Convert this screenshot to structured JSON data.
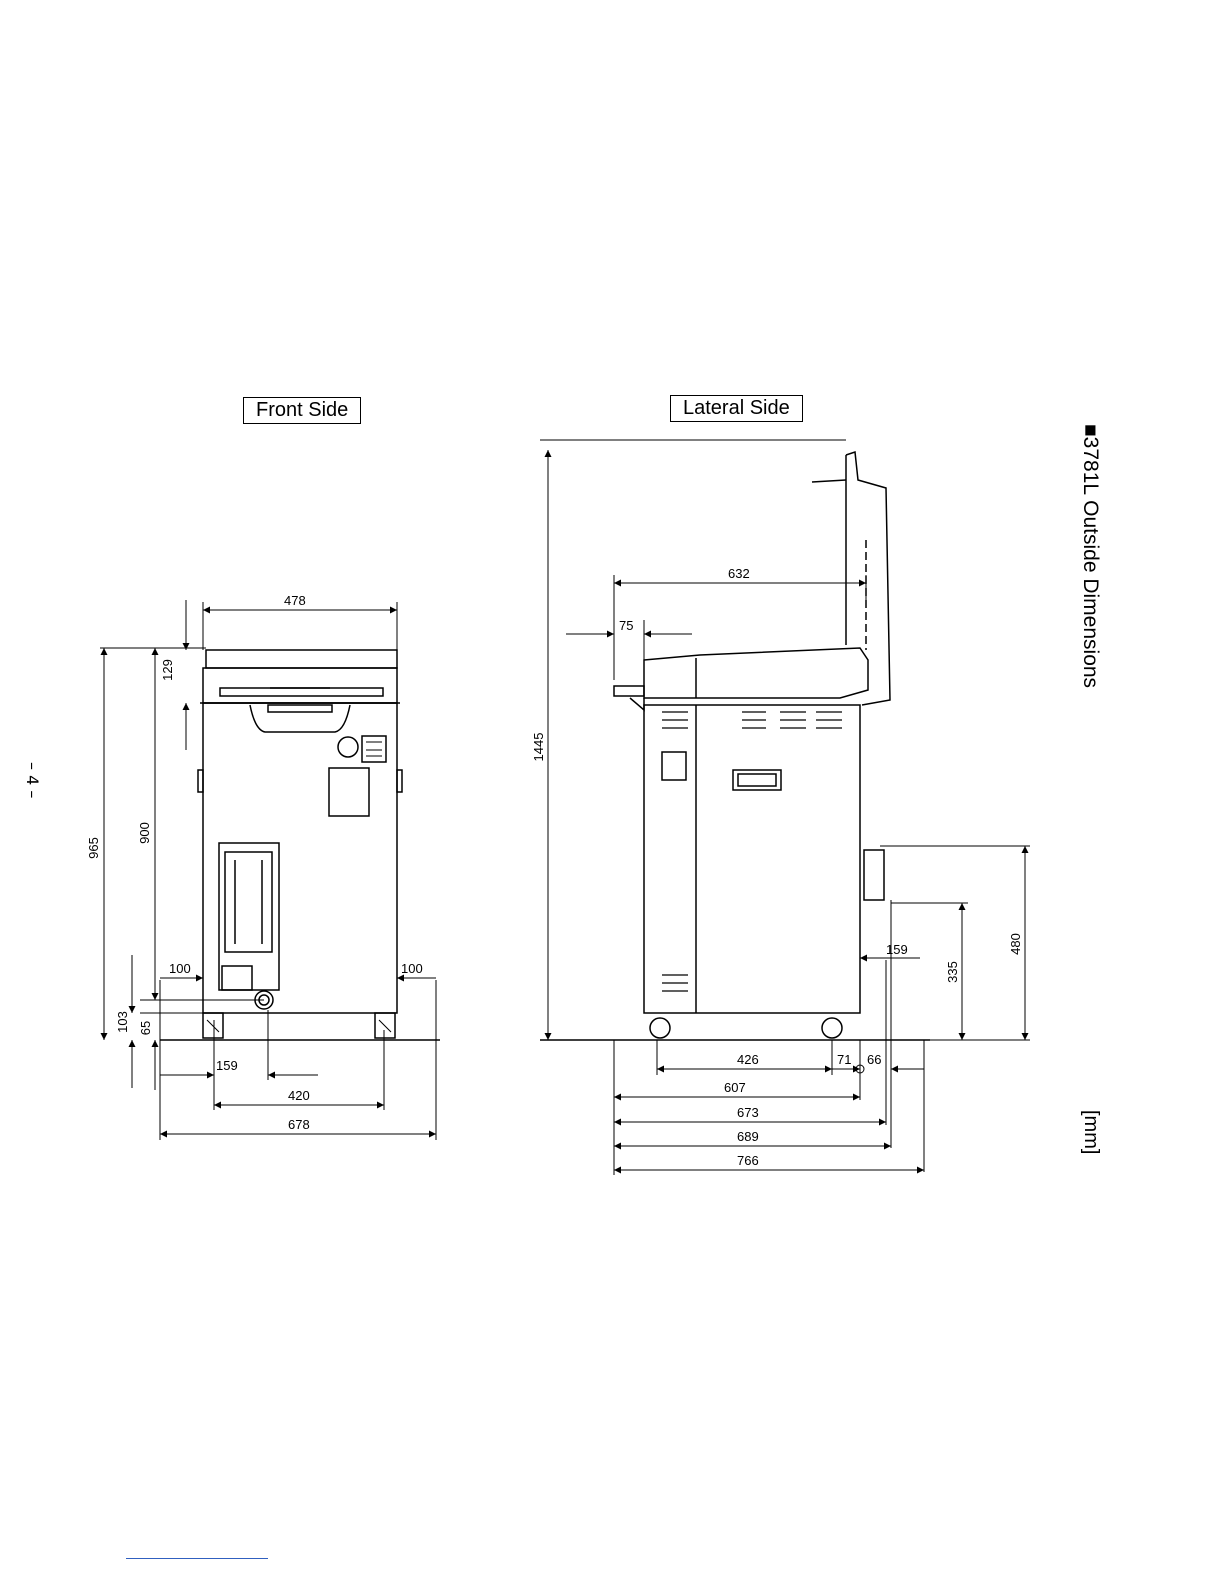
{
  "title": "■3781L Outside Dimensions",
  "unit": "[mm]",
  "page_number": "– 4 –",
  "views": {
    "front": {
      "label": "Front Side",
      "dims": {
        "width_top": "478",
        "lid_height": "129",
        "total_height": "965",
        "body_height": "900",
        "left_clear": "100",
        "right_clear": "100",
        "base_103": "103",
        "base_65": "65",
        "offset_159": "159",
        "wheelbase": "420",
        "overall_width": "678"
      }
    },
    "lateral": {
      "label": "Lateral Side",
      "dims": {
        "lid_open_height": "1445",
        "lid_depth": "632",
        "lid_offset": "75",
        "wheel_span": "426",
        "d71": "71",
        "d66": "66",
        "d607": "607",
        "d673": "673",
        "d689": "689",
        "d766": "766",
        "d159": "159",
        "h335": "335",
        "h480": "480"
      }
    }
  }
}
